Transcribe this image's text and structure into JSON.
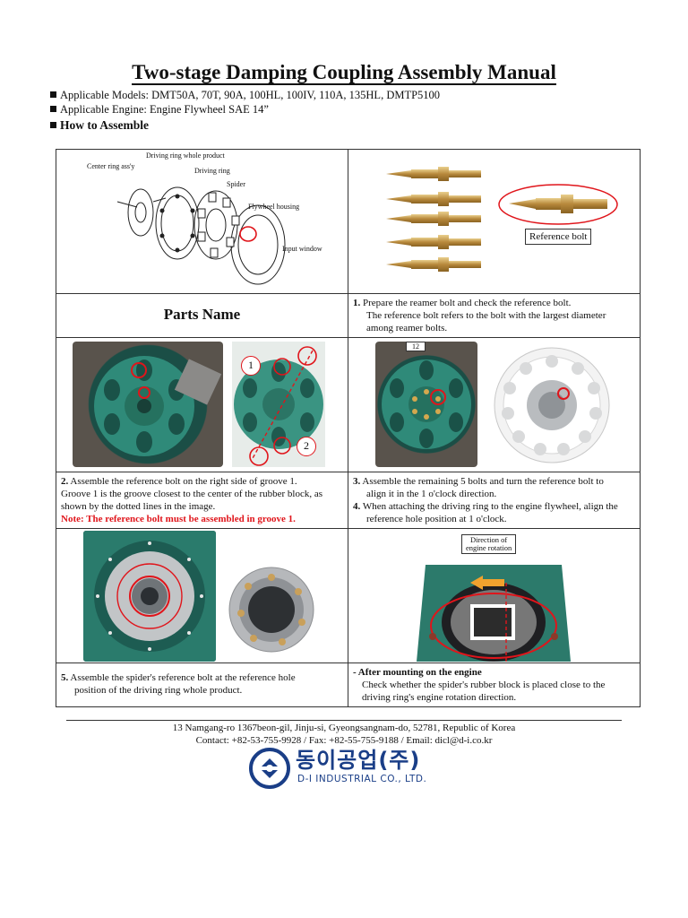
{
  "title": "Two-stage Damping Coupling Assembly Manual",
  "meta": {
    "models": "Applicable Models: DMT50A, 70T, 90A, 100HL, 100IV, 110A, 135HL, DMTP5100",
    "engine": "Applicable Engine: Engine Flywheel SAE 14”",
    "how_to": "How to Assemble"
  },
  "diagram_labels": {
    "driving_ring_whole": "Driving ring whole product",
    "center_ring": "Center ring ass'y",
    "driving_ring": "Driving ring",
    "spider": "Spider",
    "flywheel_housing": "Flywheel housing",
    "input_window": "Input window"
  },
  "reference_bolt_label": "Reference bolt",
  "parts_name": "Parts Name",
  "step1": {
    "num": "1.",
    "line1": "Prepare the reamer bolt and check the reference bolt.",
    "line2": "The reference bolt refers to the bolt with the largest diameter",
    "line3": "among reamer bolts."
  },
  "photo_marks": {
    "groove1": "1",
    "groove2": "2",
    "clock12": "12"
  },
  "step2": {
    "num": "2.",
    "line1": "Assemble the reference bolt on the right side of groove 1.",
    "line2": "Groove 1 is the groove closest to the center of the rubber block, as",
    "line3": "shown by the dotted lines in the image.",
    "note": "Note: The reference bolt must be assembled in groove 1."
  },
  "step3": {
    "num": "3.",
    "line1": "Assemble the remaining 5 bolts and turn the reference bolt to",
    "line2": "align it in the 1 o'clock direction."
  },
  "step4": {
    "num": "4.",
    "line1": "When attaching the driving ring to the engine flywheel, align the",
    "line2": "reference hole position at 1 o'clock."
  },
  "rotation_label": {
    "line1": "Direction of",
    "line2": "engine rotation"
  },
  "step5": {
    "num": "5.",
    "line1": "Assemble the spider's reference bolt at the reference hole",
    "line2": "position of the driving ring whole product."
  },
  "after": {
    "title": "- After mounting on the engine",
    "line1": "Check whether the spider's rubber block is placed close to the",
    "line2": "driving ring's engine rotation direction."
  },
  "footer": {
    "address": "13 Namgang-ro 1367beon-gil, Jinju-si, Gyeongsangnam-do, 52781, Republic of Korea",
    "contact": "Contact: +82-53-755-9928 / Fax: +82-55-755-9188 / Email: dicl@d-i.co.kr"
  },
  "logo": {
    "korean": "동이공업(주)",
    "english": "D-I INDUSTRIAL CO., LTD."
  },
  "colors": {
    "accent_red": "#e0151b",
    "brand_blue": "#1a3e87",
    "machine_teal": "#2f7e70"
  }
}
